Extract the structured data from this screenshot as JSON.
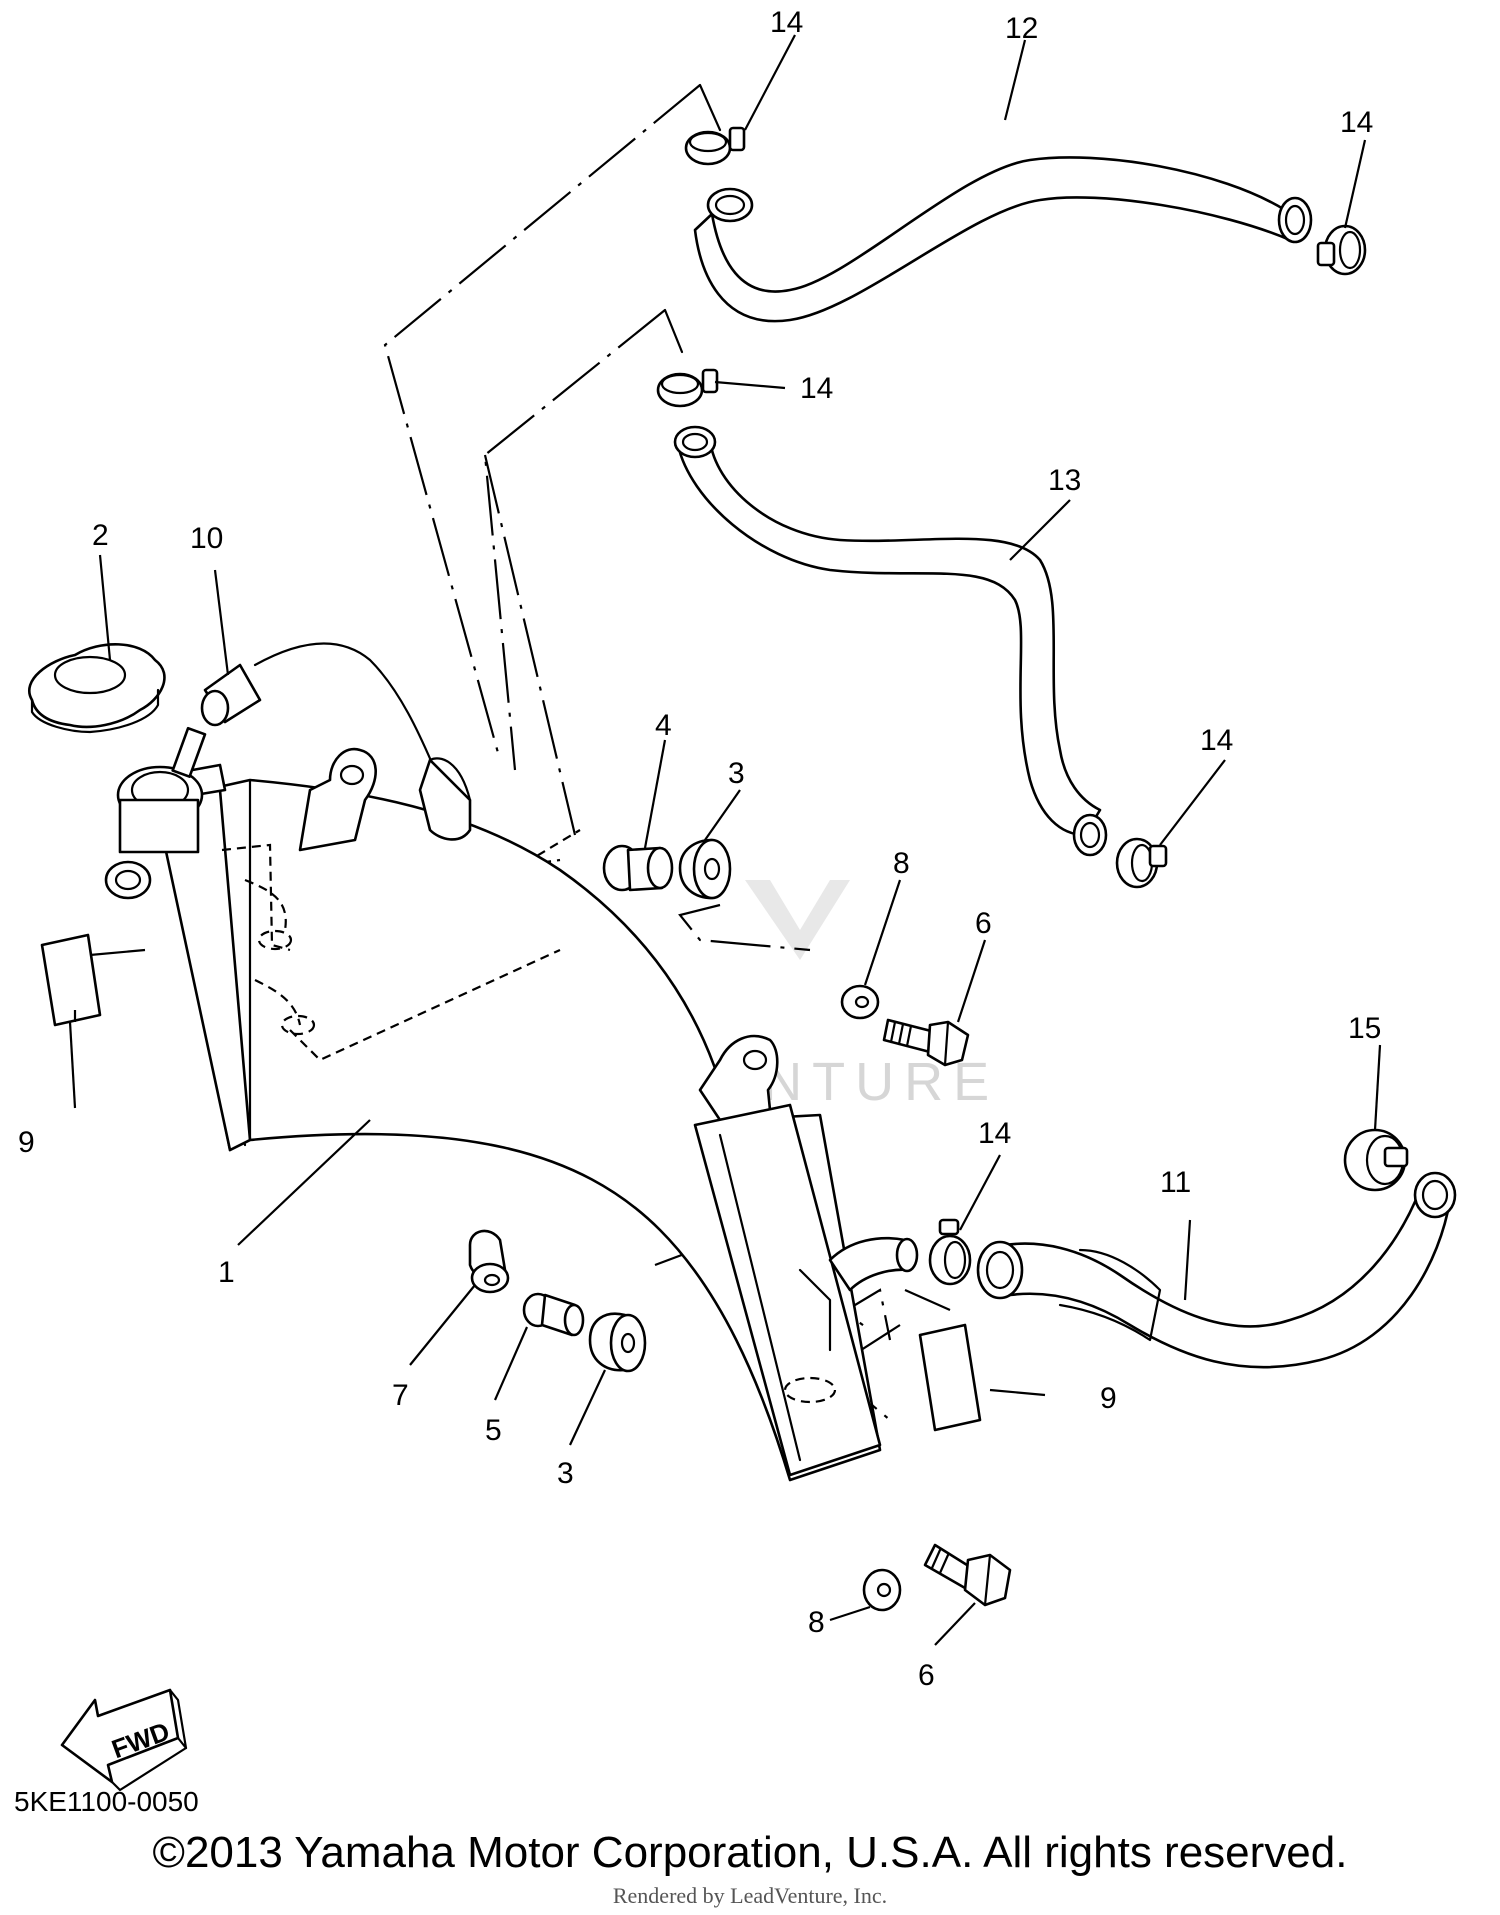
{
  "diagram": {
    "callouts": [
      {
        "id": "c1",
        "label": "1"
      },
      {
        "id": "c2",
        "label": "2"
      },
      {
        "id": "c3a",
        "label": "3"
      },
      {
        "id": "c3b",
        "label": "3"
      },
      {
        "id": "c4",
        "label": "4"
      },
      {
        "id": "c5",
        "label": "5"
      },
      {
        "id": "c6a",
        "label": "6"
      },
      {
        "id": "c6b",
        "label": "6"
      },
      {
        "id": "c7",
        "label": "7"
      },
      {
        "id": "c8a",
        "label": "8"
      },
      {
        "id": "c8b",
        "label": "8"
      },
      {
        "id": "c9a",
        "label": "9"
      },
      {
        "id": "c9b",
        "label": "9"
      },
      {
        "id": "c10",
        "label": "10"
      },
      {
        "id": "c11",
        "label": "11"
      },
      {
        "id": "c12",
        "label": "12"
      },
      {
        "id": "c13",
        "label": "13"
      },
      {
        "id": "c14a",
        "label": "14"
      },
      {
        "id": "c14b",
        "label": "14"
      },
      {
        "id": "c14c",
        "label": "14"
      },
      {
        "id": "c14d",
        "label": "14"
      },
      {
        "id": "c14e",
        "label": "14"
      },
      {
        "id": "c15",
        "label": "15"
      }
    ],
    "fwd_label": "FWD",
    "watermark": "LEADVENTURE"
  },
  "footer": {
    "diagram_code": "5KE1100-0050",
    "copyright": "©2013 Yamaha Motor Corporation, U.S.A. All rights reserved.",
    "rendered_by": "Rendered by LeadVenture, Inc."
  }
}
